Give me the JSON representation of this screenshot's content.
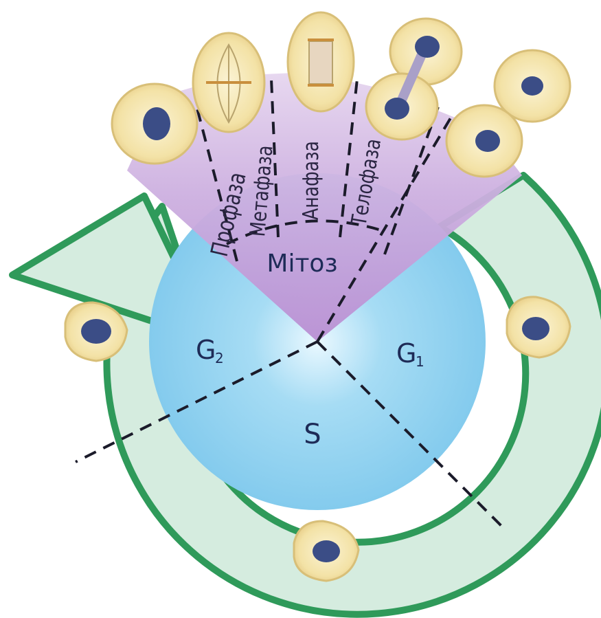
{
  "diagram": {
    "mitosis_label": "Мітоз",
    "phases": {
      "prophase": "Профаза",
      "metaphase": "Метафаза",
      "anaphase": "Анафаза",
      "telophase": "Телофаза"
    },
    "interphase": {
      "g1": "G",
      "g1_sub": "1",
      "g2": "G",
      "g2_sub": "2",
      "s": "S"
    },
    "colors": {
      "ring_fill": "#d5ecdf",
      "ring_edge": "#2f9a5a",
      "inner_fill": "#8fd1ef",
      "mitosis_fill": "#caa8dc",
      "cell_fill": "#f4e6b4",
      "cell_edge": "#d8bf78",
      "nucleus": "#3b4d86"
    }
  }
}
